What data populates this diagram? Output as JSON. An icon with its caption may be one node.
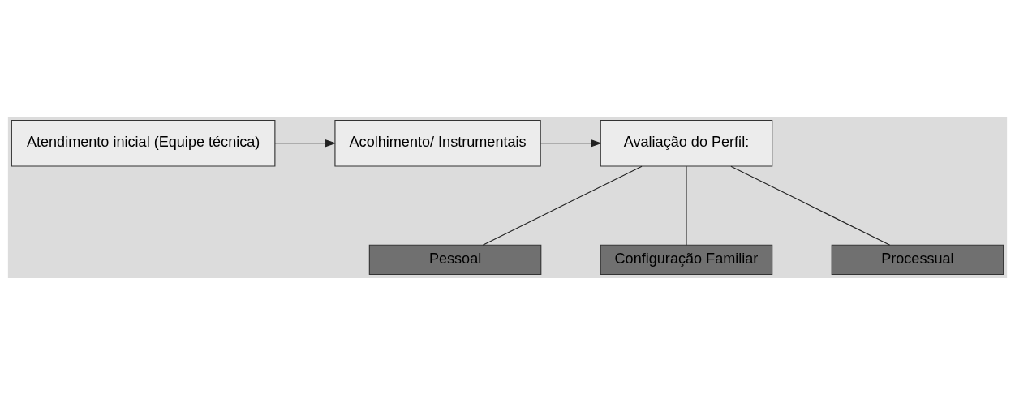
{
  "diagram": {
    "nodes": [
      {
        "text": [
          "Atendimento inicial (Equipe técnica)"
        ]
      },
      {
        "text": [
          "Acolhimento/ Instrumentais"
        ]
      },
      {
        "text": [
          "Avaliação do Perfil:"
        ]
      },
      {
        "text": [
          "Pessoal"
        ]
      },
      {
        "text": [
          "Configuração Familiar"
        ]
      },
      {
        "text": [
          "Processual"
        ]
      }
    ],
    "edges": [
      {
        "from": 0,
        "to": 1,
        "arrow": "to"
      },
      {
        "from": 1,
        "to": 2,
        "arrow": "to"
      },
      {
        "from": 2,
        "to": 3,
        "arrow": "none"
      },
      {
        "from": 2,
        "to": 4,
        "arrow": "none"
      },
      {
        "from": 2,
        "to": 5,
        "arrow": "none"
      }
    ]
  }
}
